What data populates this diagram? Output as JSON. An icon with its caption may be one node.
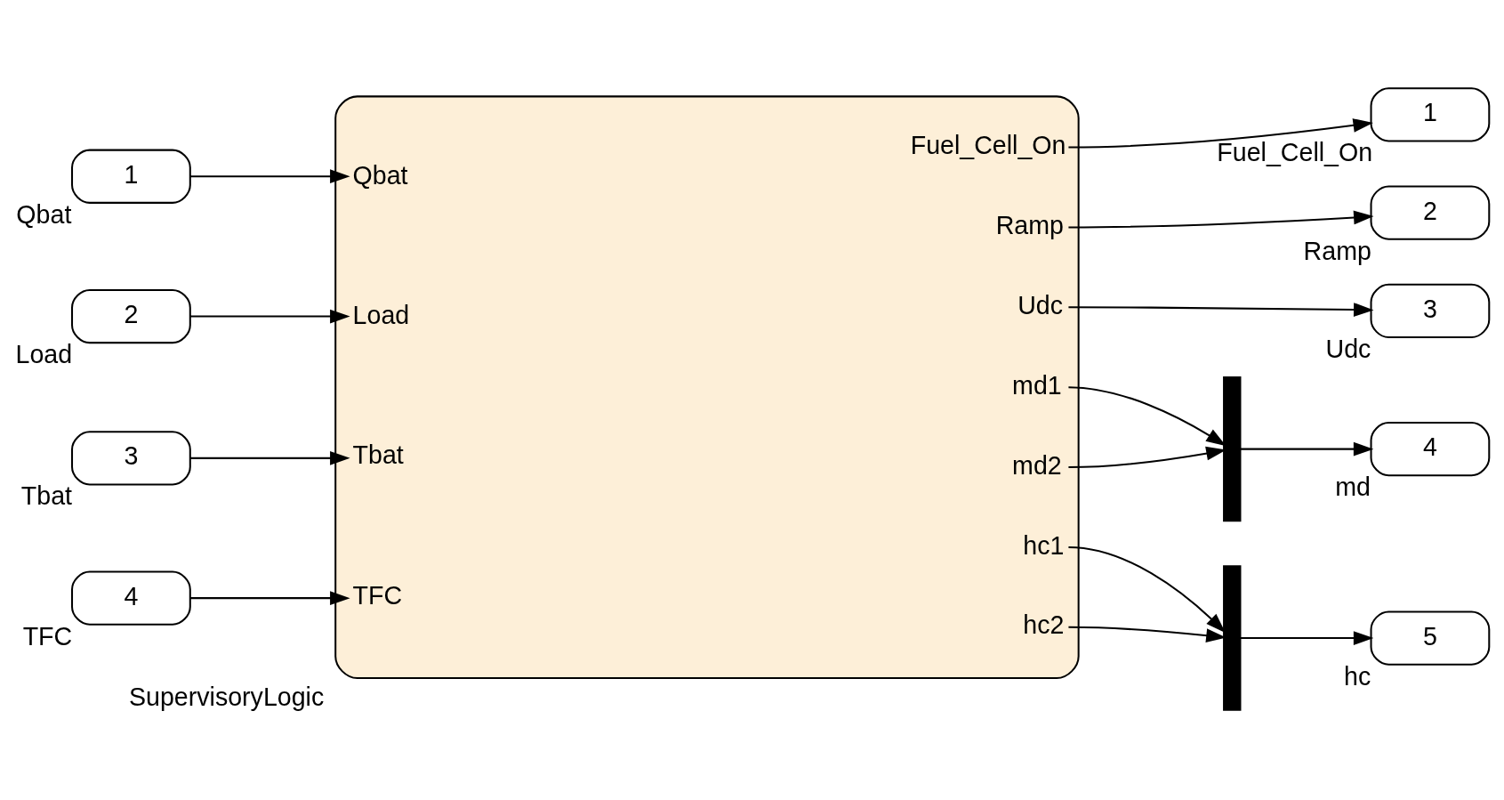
{
  "diagram": {
    "nodes": [
      {
        "text": [
          "1"
        ],
        "beside": [
          "Qbat"
        ]
      },
      {
        "text": [
          "2"
        ],
        "beside": [
          "Load"
        ]
      },
      {
        "text": [
          "3"
        ],
        "beside": [
          "Tbat"
        ]
      },
      {
        "text": [
          "4"
        ],
        "beside": [
          "TFC"
        ]
      },
      {
        "text": [
          "Qbat",
          "Load",
          "Tbat",
          "TFC",
          "Fuel_Cell_On",
          "Ramp",
          "Udc",
          "md1",
          "md2",
          "hc1",
          "hc2"
        ],
        "beside": [
          "SupervisoryLogic"
        ]
      },
      {
        "text": [],
        "shape": "bar"
      },
      {
        "text": [],
        "shape": "bar"
      },
      {
        "text": [
          "1"
        ],
        "beside": [
          "Fuel_Cell_On"
        ]
      },
      {
        "text": [
          "2"
        ],
        "beside": [
          "Ramp"
        ]
      },
      {
        "text": [
          "3"
        ],
        "beside": [
          "Udc"
        ]
      },
      {
        "text": [
          "4"
        ],
        "beside": [
          "md"
        ]
      },
      {
        "text": [
          "5"
        ],
        "beside": [
          "hc"
        ]
      }
    ],
    "edges": [
      {
        "from": 0,
        "to": 4,
        "arrow": "to"
      },
      {
        "from": 1,
        "to": 4,
        "arrow": "to"
      },
      {
        "from": 2,
        "to": 4,
        "arrow": "to"
      },
      {
        "from": 3,
        "to": 4,
        "arrow": "to"
      },
      {
        "from": 4,
        "to": 7,
        "arrow": "to"
      },
      {
        "from": 4,
        "to": 8,
        "arrow": "to"
      },
      {
        "from": 4,
        "to": 9,
        "arrow": "to"
      },
      {
        "from": 4,
        "to": 5,
        "arrow": "to"
      },
      {
        "from": 4,
        "to": 5,
        "arrow": "to"
      },
      {
        "from": 5,
        "to": 10,
        "arrow": "to"
      },
      {
        "from": 4,
        "to": 6,
        "arrow": "to"
      },
      {
        "from": 4,
        "to": 6,
        "arrow": "to"
      },
      {
        "from": 6,
        "to": 11,
        "arrow": "to"
      }
    ]
  }
}
